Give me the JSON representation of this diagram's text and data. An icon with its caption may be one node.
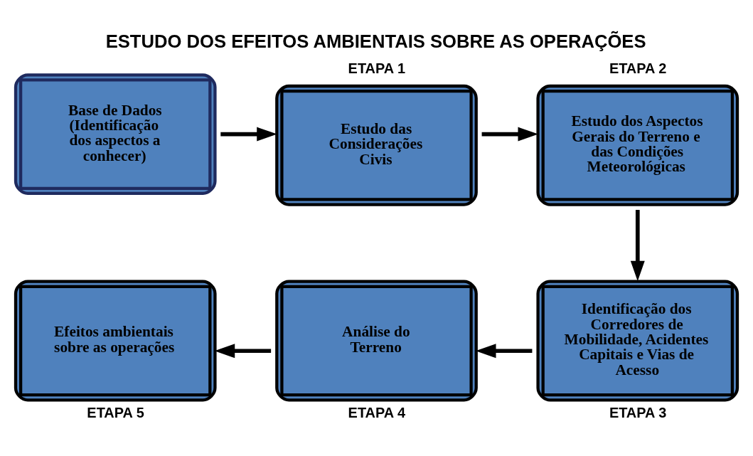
{
  "diagram": {
    "title": "ESTUDO DOS EFEITOS AMBIENTAIS SOBRE AS OPERAÇÕES",
    "nodes": [
      {
        "text": [
          "Base de Dados (Identificação dos aspectos a conhecer)"
        ]
      },
      {
        "text": [
          "Estudo das Considerações Civis"
        ],
        "beside": [
          "ETAPA 1"
        ]
      },
      {
        "text": [
          "Estudo dos Aspectos Gerais do Terreno e das Condições Meteorológicas"
        ],
        "beside": [
          "ETAPA 2"
        ]
      },
      {
        "text": [
          "Identificação dos Corredores de Mobilidade, Acidentes Capitais e Vias de Acesso"
        ],
        "beside": [
          "ETAPA 3"
        ]
      },
      {
        "text": [
          "Análise do Terreno"
        ],
        "beside": [
          "ETAPA 4"
        ]
      },
      {
        "text": [
          "Efeitos ambientais sobre as operações"
        ],
        "beside": [
          "ETAPA 5"
        ]
      }
    ],
    "edges": [
      {
        "from": 0,
        "to": 1,
        "arrow": "to"
      },
      {
        "from": 1,
        "to": 2,
        "arrow": "to"
      },
      {
        "from": 2,
        "to": 3,
        "arrow": "to"
      },
      {
        "from": 3,
        "to": 4,
        "arrow": "to"
      },
      {
        "from": 4,
        "to": 5,
        "arrow": "to"
      }
    ]
  }
}
